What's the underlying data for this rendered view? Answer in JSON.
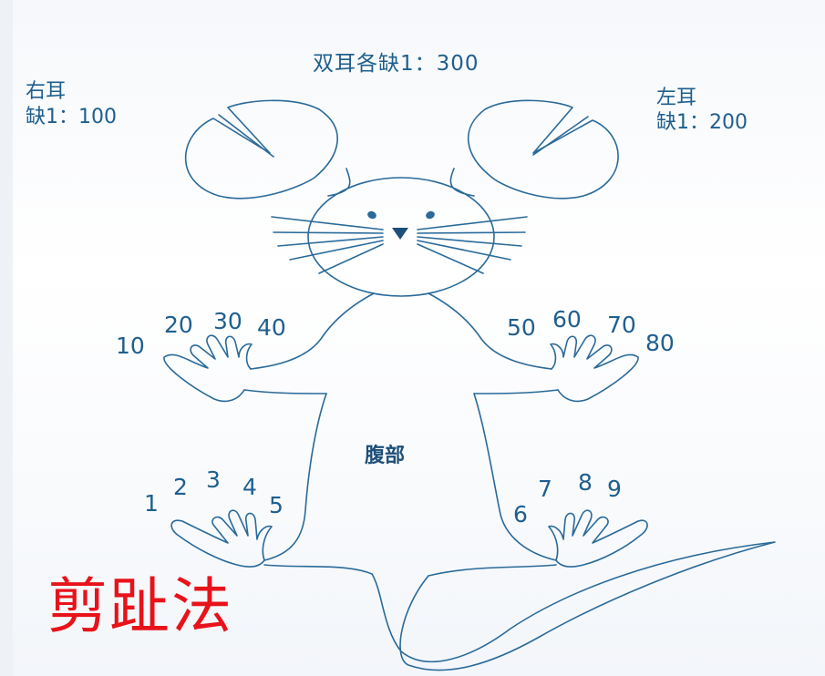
{
  "labels": {
    "both_ears": "双耳各缺1：300",
    "right_ear_title": "右耳",
    "right_ear_value": "缺1：100",
    "left_ear_title": "左耳",
    "left_ear_value": "缺1：200",
    "belly": "腹部",
    "method": "剪趾法"
  },
  "front_right_digits": [
    "10",
    "20",
    "30",
    "40"
  ],
  "front_left_digits": [
    "50",
    "60",
    "70",
    "80"
  ],
  "hind_right_digits": [
    "1",
    "2",
    "3",
    "4",
    "5"
  ],
  "hind_left_digits": [
    "6",
    "7",
    "8",
    "9"
  ],
  "colors": {
    "line": "#2a6a99",
    "text": "#1f5f8e",
    "method_text": "#e8121a"
  }
}
